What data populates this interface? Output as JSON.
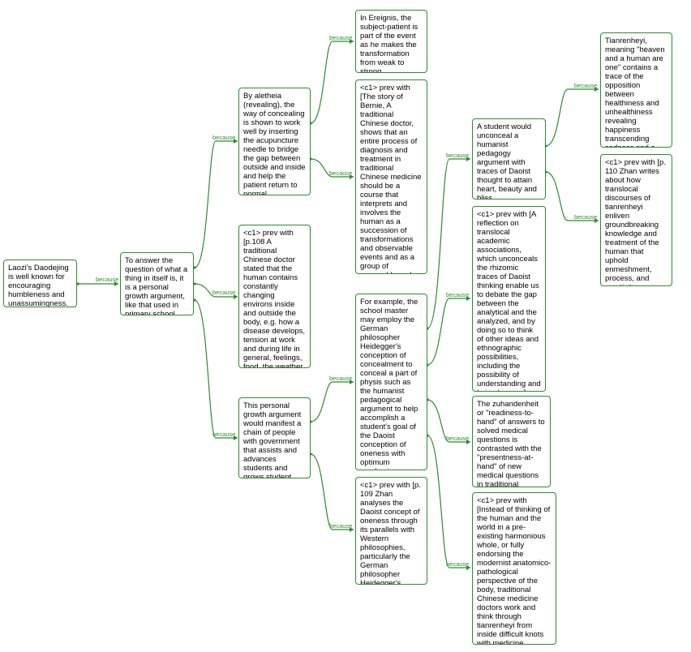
{
  "theme": {
    "accent": "#2f8a2f"
  },
  "edge_label": "because",
  "nodes": {
    "root": "Laozi's Daodejing is well known for encouraging humbleness and unassumingness.",
    "question": "To answer the question of what a thing in itself is, it is a personal growth argument, like that used in primary school.",
    "aletheia": "By aletheia (revealing), the way of concealing is shown to work well by inserting the acupuncture needle to bridge the gap between outside and inside and help the patient return to normal.",
    "ereignis": "In Ereignis, the subject-patient is part of the event as he makes the transformation from weak to strong.",
    "bernie": "<c1> prev with [The story of Bernie, A traditional Chinese doctor, shows that an entire process of diagnosis and treatment in traditional Chinese medicine should be a course that interprets and involves the human as a succession of transformations and observable events and as a group of permeable and realistic relationships.]",
    "p108": "<c1> prev with [p.108 A traditional Chinese doctor stated that the human contains constantly changing environs inside and outside the body, e.g. how a disease develops, tension at work and during life in general, feelings, food, the weather and climate.]",
    "chain": "This personal growth argument would manifest a chain of people with government that assists and advances students and grows student programs.",
    "schoolmaster": "For example, the school master may employ the German philosopher Heidegger's conception of concealment to conceal a part of physis such as the humanist pedagogical argument to help accomplish a student's goal of the Daoist conception of oneness with optimum academic achievement.",
    "p109": "<c1> prev with [p. 109 Zhan analyses the Daoist concept of oneness through its parallels with Western philosophies, particularly the German philosopher Heidegger's ontology.]",
    "student": "A student would unconceal a humanist pedagogy argument with traces of Daoist thought to attain heart, beauty and bliss.",
    "reflection": "<c1> prev with [A reflection on translocal academic associations, which unconceals the rhizomic traces of Daoist thinking enable us to debate the gap between the analytical and the analyzed, and by doing so to think of other ideas and ethnographic possibilities, including the possibility of understanding and being human.]",
    "zuhanden": "The zuhandenheit or \"readiness-to-hand\" of answers to solved medical questions is contrasted with the \"presentness-at-hand\" of new medical questions in traditional Chinese medicine.",
    "instead": "<c1> prev with [Instead of thinking of the human and the world in a pre-existing harmonious whole, or fully endorsing the modernist anatomico-pathological perspective of the body, traditional Chinese medicine doctors work and think through tianrenheyi from inside difficult knots with medicine, science and modernity.]",
    "tianren": "Tianrenheyi, meaning \"heaven and a human are one\" contains a trace of the opposition between healthiness and unhealthiness revealing happiness transcending sadness and a lull.",
    "p110": "<c1> prev with [p. 110 Zhan writes about how translocal discourses of tianrenheyi enliven groundbreaking knowledge and treatment of the human that uphold enmeshment, process, and creativity over divide, opposition, and hierarchy.]"
  }
}
